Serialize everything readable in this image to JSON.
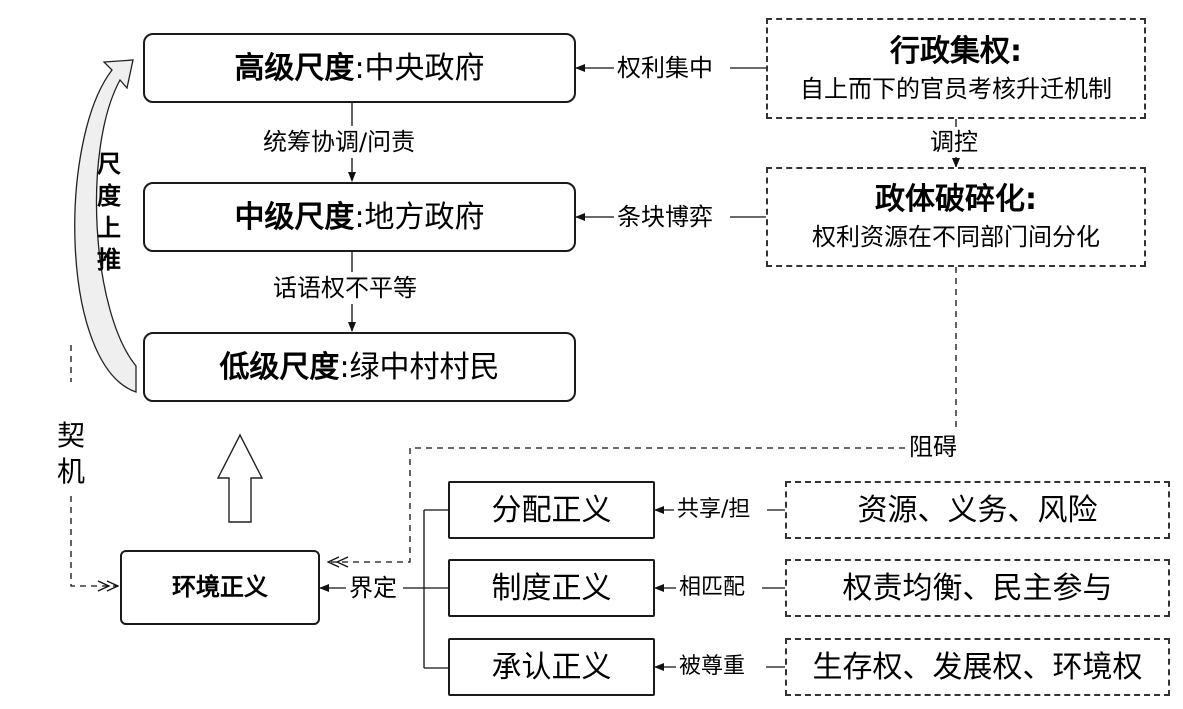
{
  "scales": {
    "high": {
      "level": "高级尺度",
      "actor": "中央政府"
    },
    "mid": {
      "level": "中级尺度",
      "actor": "地方政府"
    },
    "low": {
      "level": "低级尺度",
      "actor": "绿中村村民"
    },
    "sep": ":"
  },
  "links": {
    "high_mid": "统筹协调/问责",
    "mid_low": "话语权不平等",
    "power_concentration": "权利集中",
    "regulation": "调控",
    "bargaining": "条块博弈",
    "obstruction": "阻碍",
    "define": "界定"
  },
  "side_labels": {
    "scale_push": [
      "尺",
      "度",
      "上",
      "推"
    ],
    "opportunity": [
      "契",
      "机"
    ]
  },
  "admin": {
    "title": "行政集权:",
    "desc": "自上而下的官员考核升迁机制"
  },
  "fragment": {
    "title": "政体破碎化:",
    "desc": "权利资源在不同部门间分化"
  },
  "env_justice": "环境正义",
  "justice": [
    {
      "name": "分配正义",
      "relation": "共享/担",
      "content": "资源、义务、风险"
    },
    {
      "name": "制度正义",
      "relation": "相匹配",
      "content": "权责均衡、民主参与"
    },
    {
      "name": "承认正义",
      "relation": "被尊重",
      "content": "生存权、发展权、环境权"
    }
  ]
}
